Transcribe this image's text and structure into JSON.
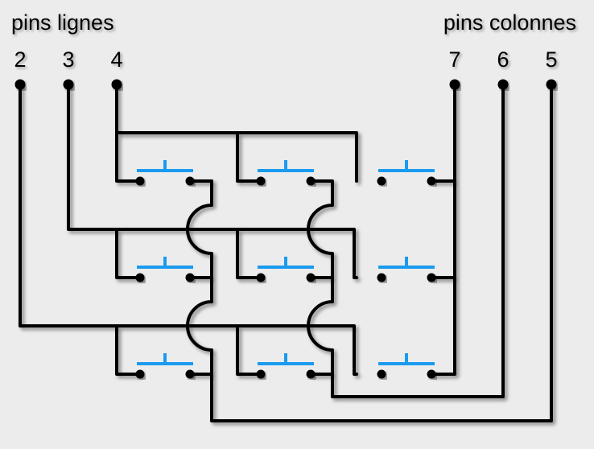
{
  "labels": {
    "rows_title": "pins lignes",
    "cols_title": "pins colonnes"
  },
  "row_pins": [
    "2",
    "3",
    "4"
  ],
  "col_pins": [
    "7",
    "6",
    "5"
  ],
  "colors": {
    "background": "#ececec",
    "wire": "#000000",
    "button": "#1a9bf0"
  },
  "matrix": {
    "rows": 3,
    "columns": 3,
    "element": "push-button"
  }
}
